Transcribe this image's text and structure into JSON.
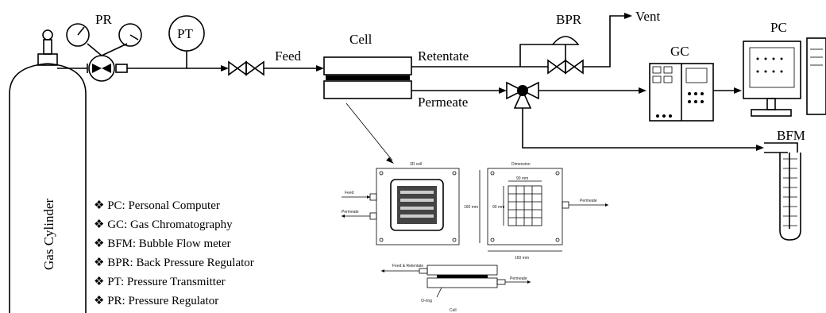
{
  "labels": {
    "pr": "PR",
    "pt": "PT",
    "feed": "Feed",
    "cell": "Cell",
    "retentate": "Retentate",
    "permeate": "Permeate",
    "bpr": "BPR",
    "vent": "Vent",
    "gc": "GC",
    "pc": "PC",
    "bfm": "BFM",
    "cylinder": "Gas Cylinder"
  },
  "legend": [
    "❖ PC: Personal Computer",
    "❖ GC: Gas Chromatography",
    "❖ BFM: Bubble Flow meter",
    "❖ BPR: Back Pressure Regulator",
    "❖ PT: Pressure Transmitter",
    "❖ PR: Pressure Regulator"
  ],
  "inset": {
    "left_title": "3D cell",
    "right_title": "Dimension",
    "feed": "Feed",
    "permeate_left": "Permeate",
    "permeate_right": "Permeate",
    "dim_top": "90 mm",
    "dim_side": "90 mm",
    "dim_height": "160 mm",
    "dim_width": "160 mm",
    "feed_retentate": "Feed & Retentate",
    "permeate_bottom": "Permeate",
    "bottom_left": "O-ring",
    "bottom_caption": "Cell"
  }
}
